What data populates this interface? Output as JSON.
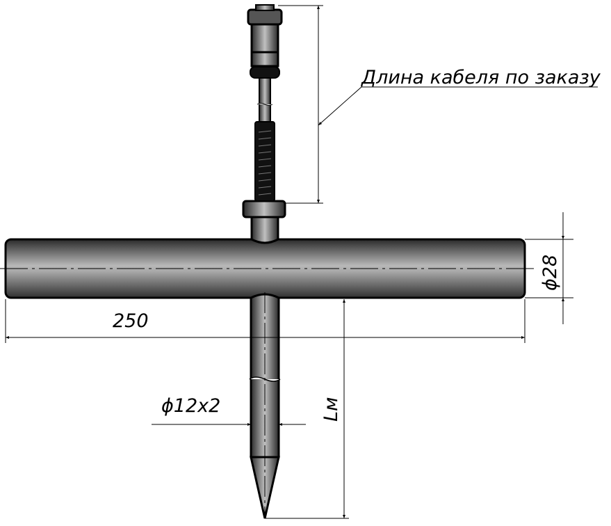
{
  "drawing": {
    "cable_note": "Длина кабеля по заказу",
    "tube_diameter": "ϕ28",
    "tube_length": "250",
    "probe_diameter": "ϕ12x2",
    "probe_length": "Lм"
  }
}
